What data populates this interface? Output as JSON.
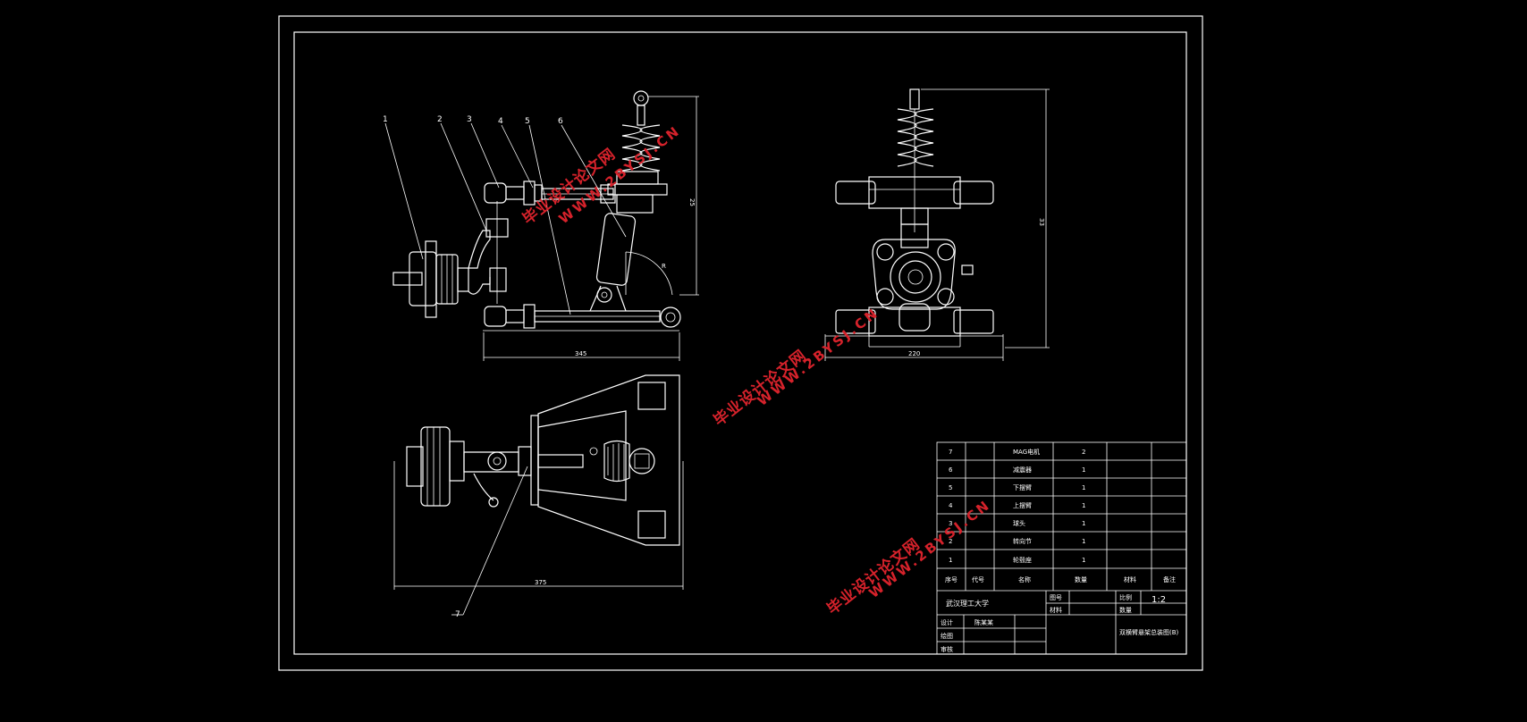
{
  "drawing": {
    "view_numbers": [
      "1",
      "2",
      "3",
      "4",
      "5",
      "6",
      "7"
    ],
    "dims": {
      "front_width": "345",
      "front_height": "25",
      "side_width": "220",
      "side_height": "33",
      "plan_width": "375",
      "front_radius": "R"
    }
  },
  "title_block": {
    "parts": [
      {
        "no": "7",
        "name": "MAG电机",
        "qty": "2"
      },
      {
        "no": "6",
        "name": "减震器",
        "qty": "1"
      },
      {
        "no": "5",
        "name": "下摆臂",
        "qty": "1"
      },
      {
        "no": "4",
        "name": "上摆臂",
        "qty": "1"
      },
      {
        "no": "3",
        "name": "球头",
        "qty": "1"
      },
      {
        "no": "2",
        "name": "转向节",
        "qty": "1"
      },
      {
        "no": "1",
        "name": "轮毂座",
        "qty": "1"
      }
    ],
    "headers": {
      "no": "序号",
      "code": "代号",
      "name": "名称",
      "qty": "数量",
      "material": "材料",
      "note": "备注"
    },
    "school": "武汉理工大学",
    "scale_label": "比例",
    "scale_value": "1:2",
    "qty_label": "数量",
    "sheet_label": "图号",
    "material_label": "材料",
    "design_label": "设计",
    "designer": "陈某某",
    "draw_label": "绘图",
    "review_label": "审核",
    "drawing_title": "双横臂悬架总装图(B)"
  },
  "watermarks": [
    {
      "cn": "毕业设计论文网",
      "url": "WWW.2BYSJ.CN"
    },
    {
      "cn": "毕业设计论文网",
      "url": "WWW.2BYSJ.CN"
    },
    {
      "cn": "毕业设计论文网",
      "url": "WWW.2BYSJ.CN"
    }
  ],
  "colors": {
    "background": "#000000",
    "lines": "#ffffff",
    "watermark": "#d6222b"
  }
}
